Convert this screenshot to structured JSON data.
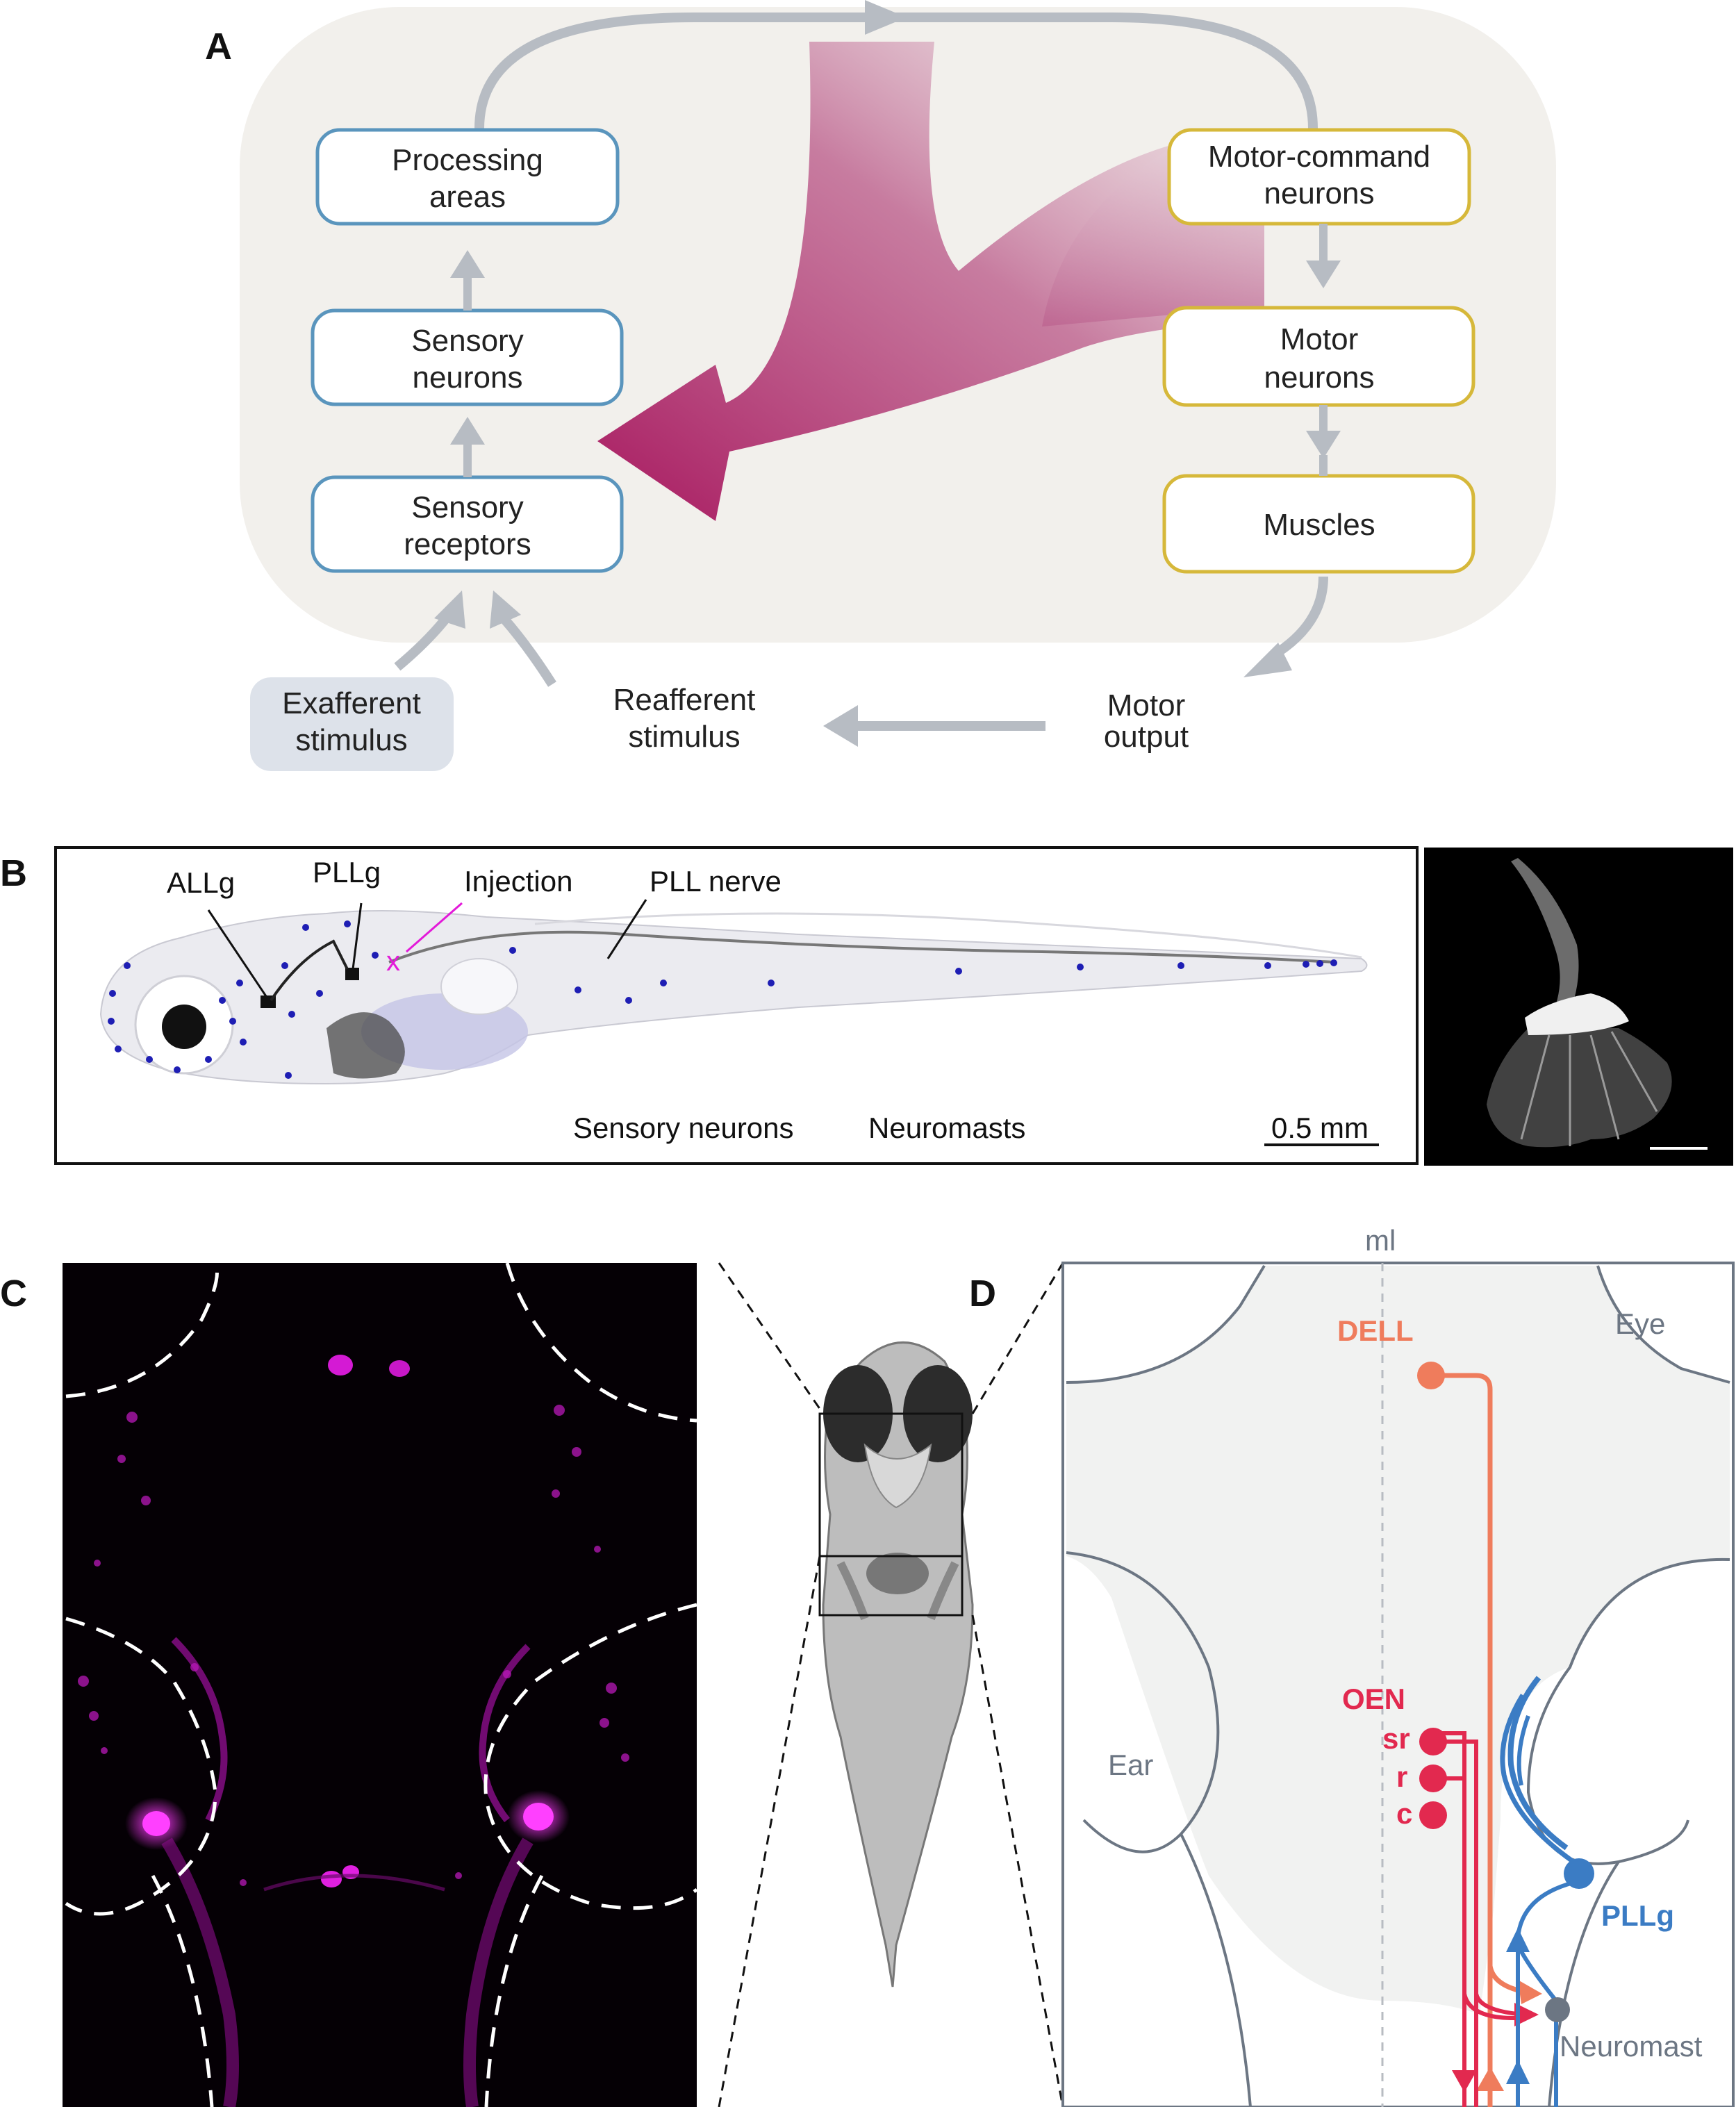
{
  "panels": {
    "a": "A",
    "b": "B",
    "c": "C",
    "d": "D"
  },
  "panelA": {
    "boxes": {
      "processing": [
        "Processing",
        "areas"
      ],
      "sensory_neurons": [
        "Sensory",
        "neurons"
      ],
      "sensory_receptors": [
        "Sensory",
        "receptors"
      ],
      "motor_command": [
        "Motor-command",
        "neurons"
      ],
      "motor_neurons": [
        "Motor",
        "neurons"
      ],
      "muscles": [
        "Muscles"
      ]
    },
    "exafferent": [
      "Exafferent",
      "stimulus"
    ],
    "reafferent": [
      "Reafferent",
      "stimulus"
    ],
    "motor_output": [
      "Motor",
      "output"
    ],
    "colors": {
      "sensory": "#5a95bd",
      "motor": "#d6b83a",
      "efference": "#a8185f",
      "arrow": "#b7bcc3",
      "bg": "#f2f0ec"
    }
  },
  "panelB": {
    "labels": {
      "allg": "ALLg",
      "pllg": "PLLg",
      "injection": "Injection",
      "injection_mark": "x",
      "pll_nerve": "PLL nerve"
    },
    "legend": {
      "sensory": "Sensory neurons",
      "neuromasts": "Neuromasts"
    },
    "scale": "0.5 mm",
    "colors": {
      "injection": "#e31ad9",
      "neuromast": "#1e1eb4"
    }
  },
  "panelD": {
    "ml": "ml",
    "eye": "Eye",
    "ear": "Ear",
    "dell": "DELL",
    "oen": "OEN",
    "oen_sub": [
      "sr",
      "r",
      "c"
    ],
    "pllg": "PLLg",
    "neuromast": "Neuromast",
    "colors": {
      "dell": "#ef7c5c",
      "oen": "#e2294f",
      "pllg": "#3b7cc4",
      "outline": "#6c7683"
    }
  }
}
